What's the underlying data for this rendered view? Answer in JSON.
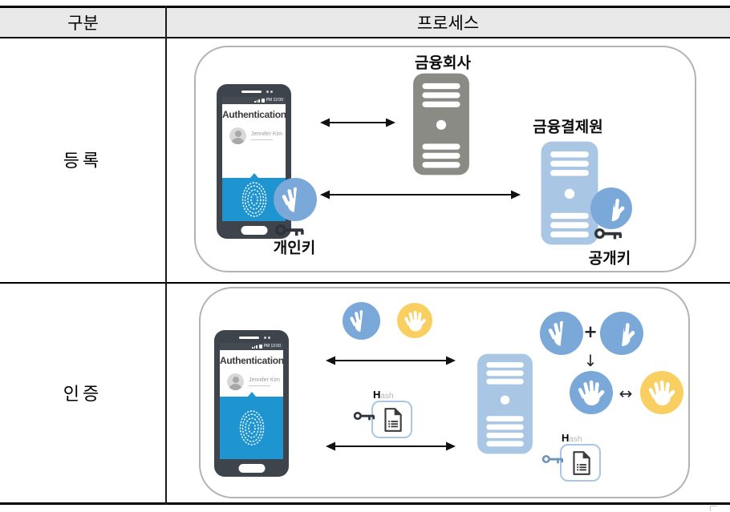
{
  "colors": {
    "accent_blue": "#79A8D9",
    "accent_yellow": "#F9CF62",
    "server_gray": "#8B8B86",
    "server_blue": "#A9C7E4",
    "phone_dark": "#3E444B",
    "screen_blue": "#1E95D0",
    "ink": "#111111"
  },
  "table": {
    "header_col1": "구분",
    "header_col2": "프로세스",
    "row1_label": "등록",
    "row2_label": "인증"
  },
  "phone": {
    "status_time": "PM 12:00",
    "title": "Authentication",
    "user_name": "Jennifer Kim"
  },
  "registration": {
    "financial_company": "금융회사",
    "clearing_institute": "금융결제원",
    "private_key_label": "개인키",
    "public_key_label": "공개키"
  },
  "authentication": {
    "hash_bold": "H",
    "hash_rest": "ash",
    "plus": "+",
    "down_arrow": "↓",
    "compare_arrow": "↔"
  }
}
